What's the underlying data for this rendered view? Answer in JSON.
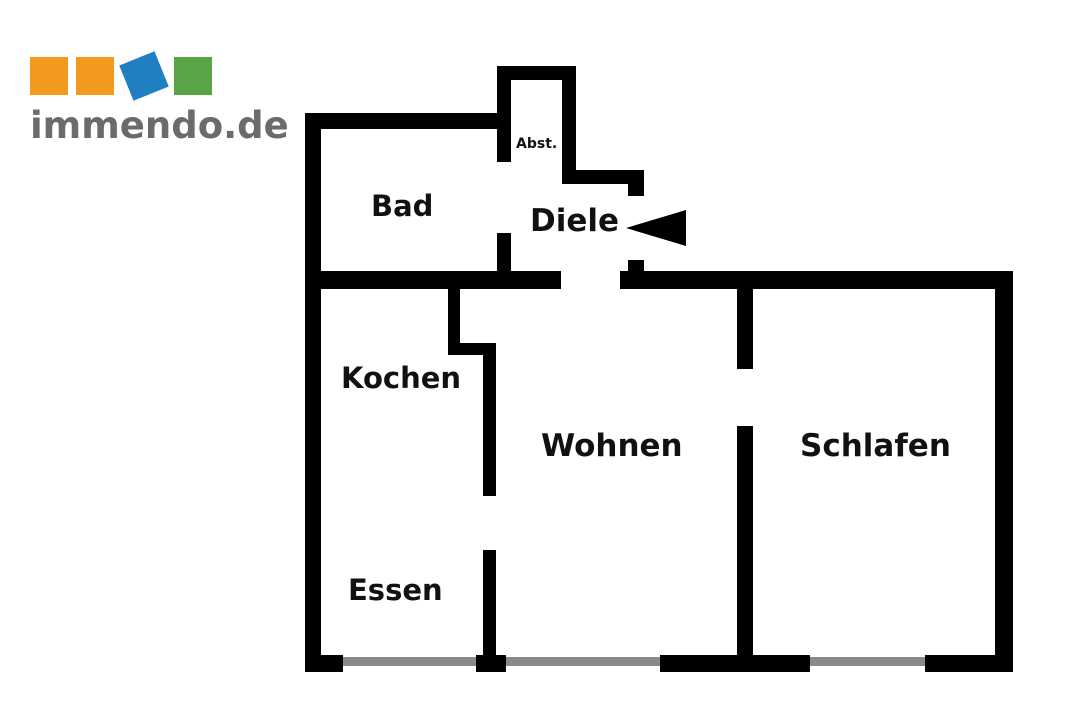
{
  "logo": {
    "text": "immendo.de",
    "text_color": "#6b6b6b",
    "tile_colors": [
      "#f39a1e",
      "#f39a1e",
      "#1f7fc1",
      "#58a447"
    ]
  },
  "rooms": {
    "bad": "Bad",
    "abstellraum": "Abst.",
    "diele": "Diele",
    "kochen": "Kochen",
    "wohnen": "Wohnen",
    "schlafen": "Schlafen",
    "essen": "Essen"
  },
  "colors": {
    "wall": "#000000",
    "window": "#8a8a8a",
    "background": "#ffffff"
  },
  "icons": {
    "entrance": "entrance-arrow-icon"
  }
}
